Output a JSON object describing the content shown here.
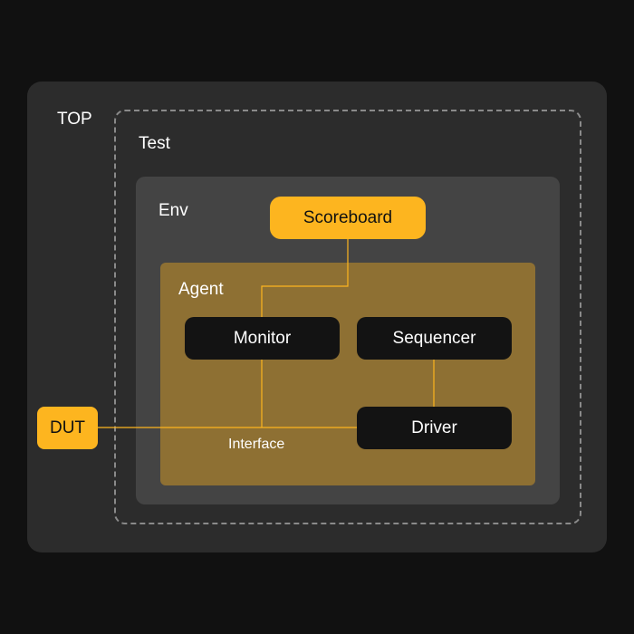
{
  "labels": {
    "top": "TOP",
    "test": "Test",
    "env": "Env",
    "agent": "Agent",
    "interface": "Interface"
  },
  "components": {
    "scoreboard": "Scoreboard",
    "monitor": "Monitor",
    "sequencer": "Sequencer",
    "driver": "Driver",
    "dut": "DUT"
  },
  "colors": {
    "background": "#111111",
    "top_fill": "#2c2c2c",
    "env_fill": "#444444",
    "agent_fill": "#8e7033",
    "accent": "#fdb51f",
    "block_fill": "#131313",
    "dashed_border": "#8a8a8a"
  }
}
